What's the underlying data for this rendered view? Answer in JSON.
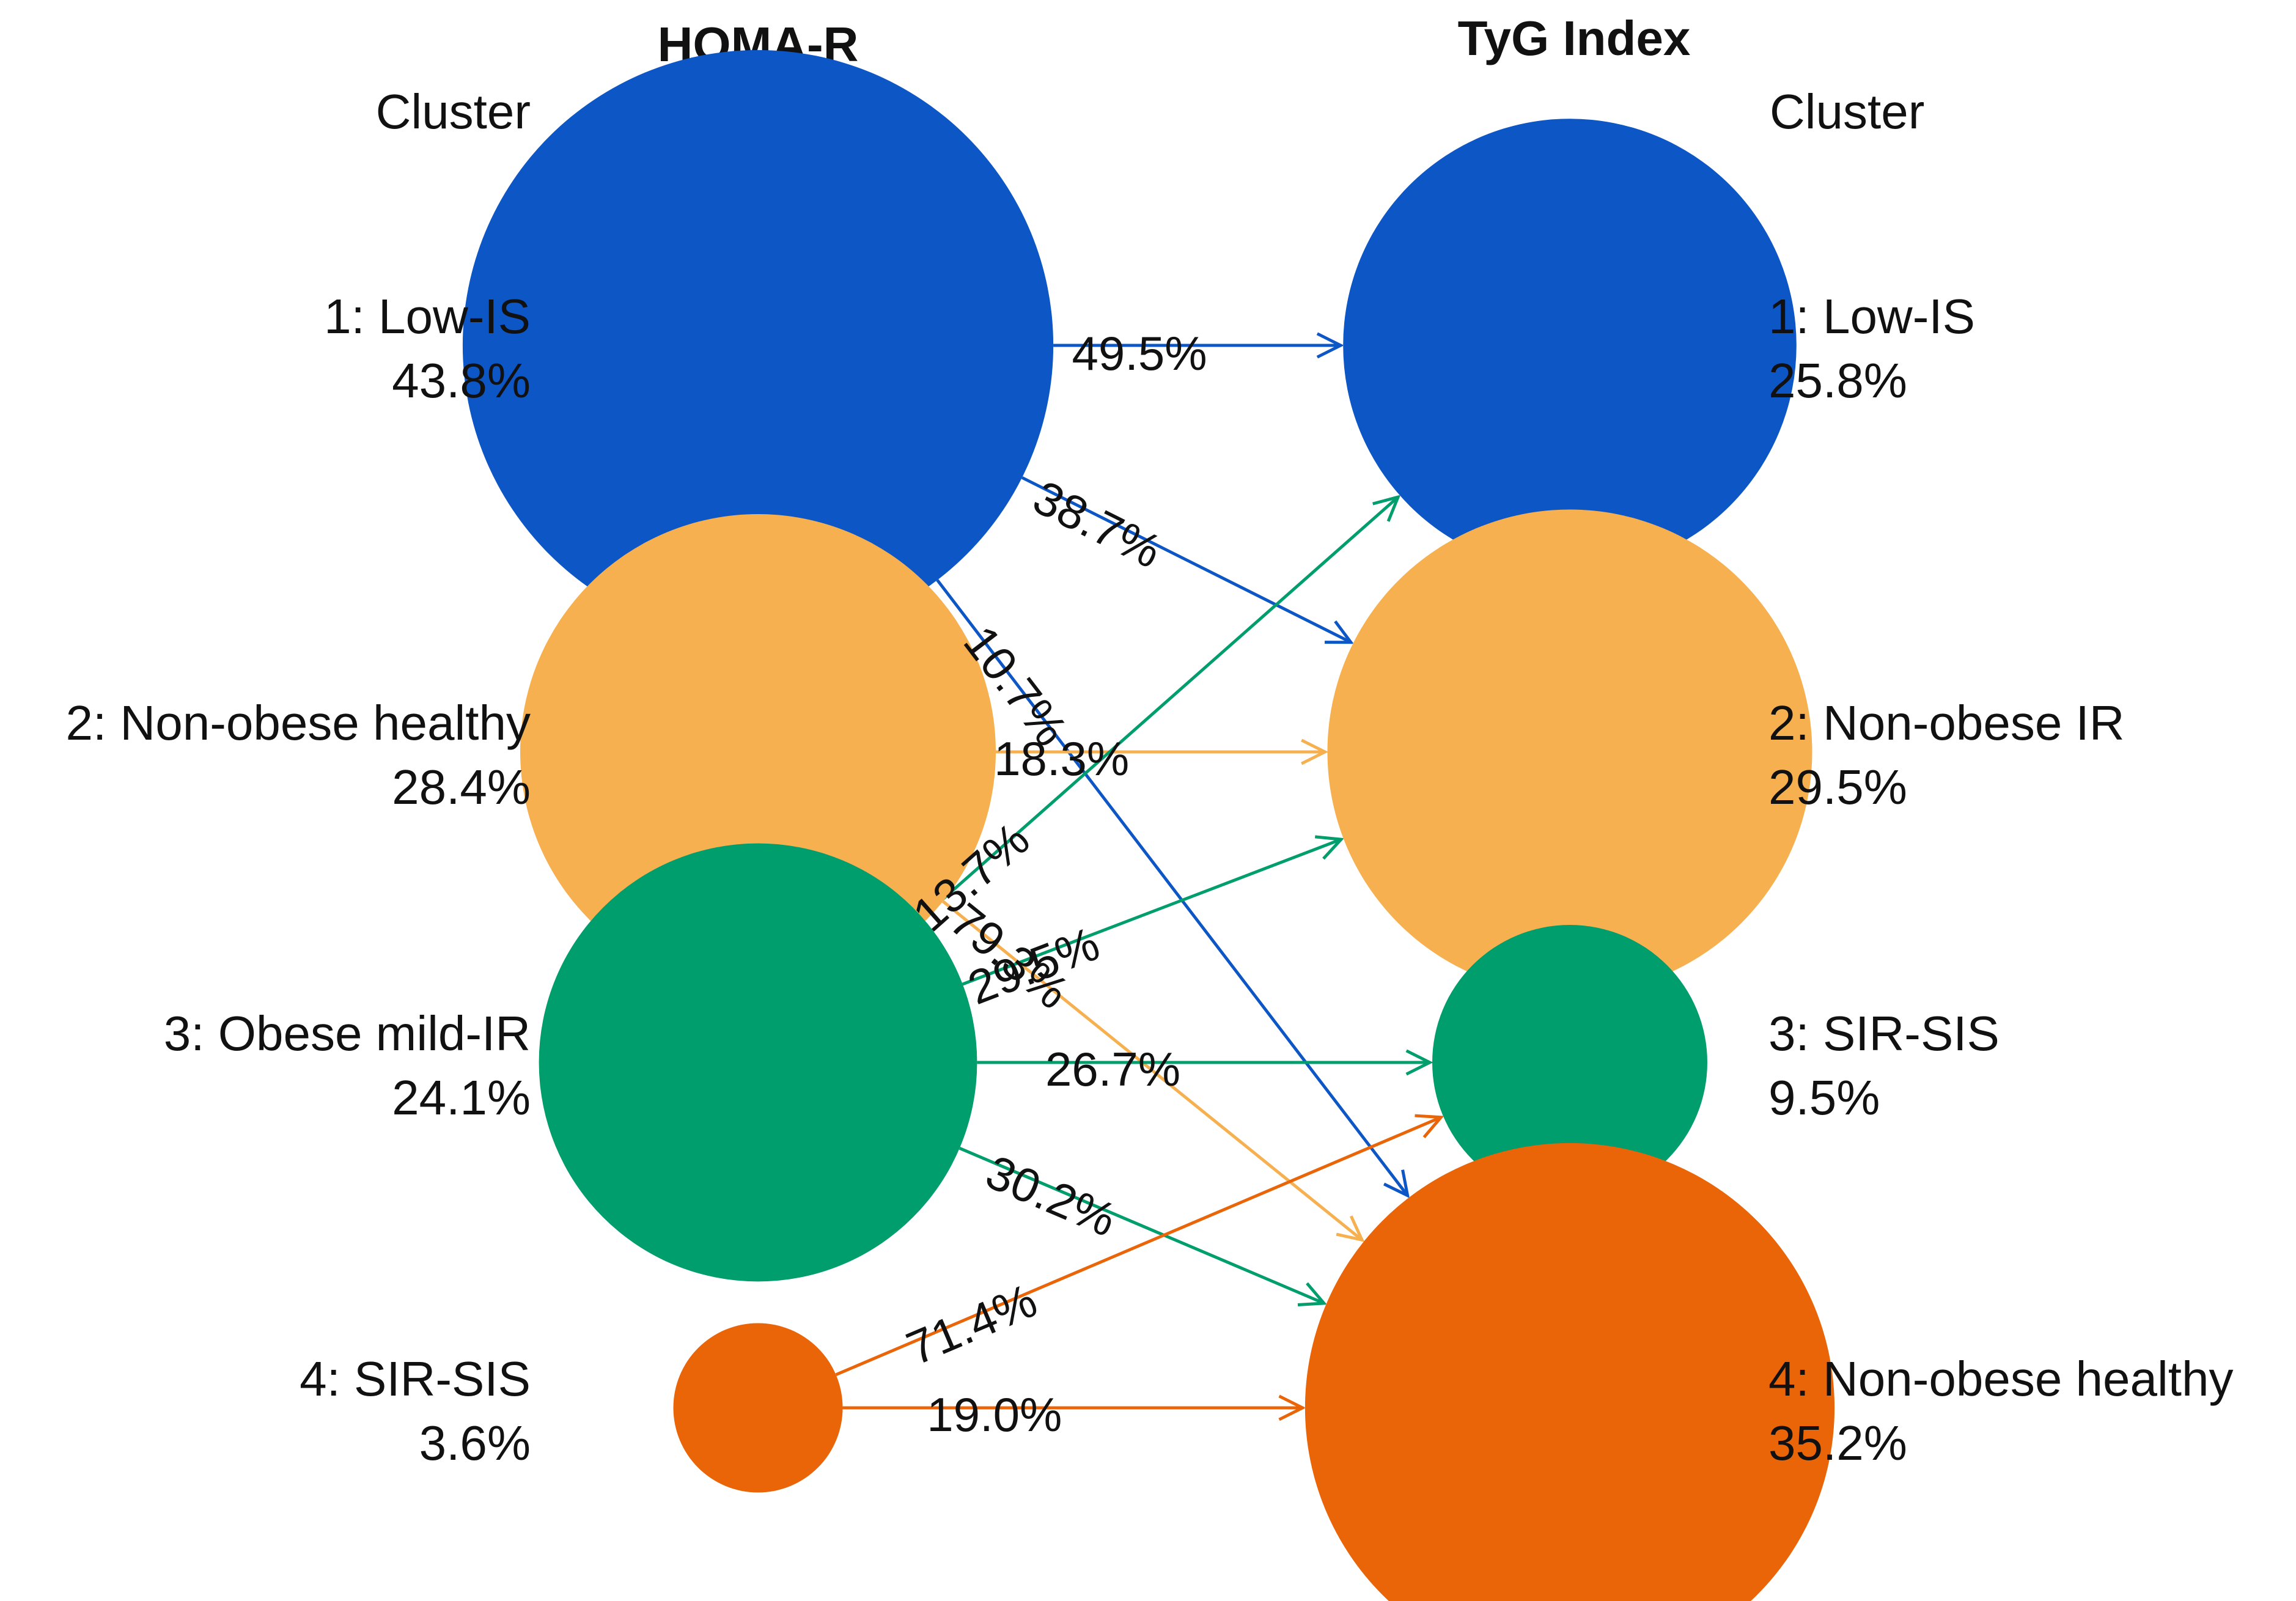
{
  "left_panel": {
    "title": "HOMA-R",
    "header": "Cluster",
    "clusters": [
      {
        "name": "1: Low-IS",
        "share": "43.8%",
        "percent": 43.8,
        "color": "#0d56c6"
      },
      {
        "name": "2: Non-obese healthy",
        "share": "28.4%",
        "percent": 28.4,
        "color": "#f6b04f"
      },
      {
        "name": "3: Obese mild-IR",
        "share": "24.1%",
        "percent": 24.1,
        "color": "#009d6d"
      },
      {
        "name": "4: SIR-SIS",
        "share": "3.6%",
        "percent": 3.6,
        "color": "#ea6508"
      }
    ]
  },
  "right_panel": {
    "title": "TyG Index",
    "header": "Cluster",
    "clusters": [
      {
        "name": "1: Low-IS",
        "share": "25.8%",
        "percent": 25.8,
        "color": "#0d56c6"
      },
      {
        "name": "2: Non-obese IR",
        "share": "29.5%",
        "percent": 29.5,
        "color": "#f6b04f"
      },
      {
        "name": "3: SIR-SIS",
        "share": "9.5%",
        "percent": 9.5,
        "color": "#009d6d"
      },
      {
        "name": "4: Non-obese healthy",
        "share": "35.2%",
        "percent": 35.2,
        "color": "#ea6508"
      }
    ]
  },
  "flows": [
    {
      "from": 1,
      "to": 1,
      "label": "49.5%",
      "color": "#0d56c6"
    },
    {
      "from": 1,
      "to": 2,
      "label": "38.7%",
      "color": "#0d56c6"
    },
    {
      "from": 1,
      "to": 4,
      "label": "10.7%",
      "color": "#0d56c6"
    },
    {
      "from": 2,
      "to": 2,
      "label": "18.3%",
      "color": "#f6b04f"
    },
    {
      "from": 2,
      "to": 4,
      "label": "79.3%",
      "color": "#f6b04f"
    },
    {
      "from": 3,
      "to": 1,
      "label": "13.7%",
      "color": "#009d6d"
    },
    {
      "from": 3,
      "to": 2,
      "label": "29.5%",
      "color": "#009d6d"
    },
    {
      "from": 3,
      "to": 3,
      "label": "26.7%",
      "color": "#009d6d"
    },
    {
      "from": 3,
      "to": 4,
      "label": "30.2%",
      "color": "#009d6d"
    },
    {
      "from": 4,
      "to": 3,
      "label": "71.4%",
      "color": "#ea6508"
    },
    {
      "from": 4,
      "to": 4,
      "label": "19.0%",
      "color": "#ea6508"
    }
  ]
}
